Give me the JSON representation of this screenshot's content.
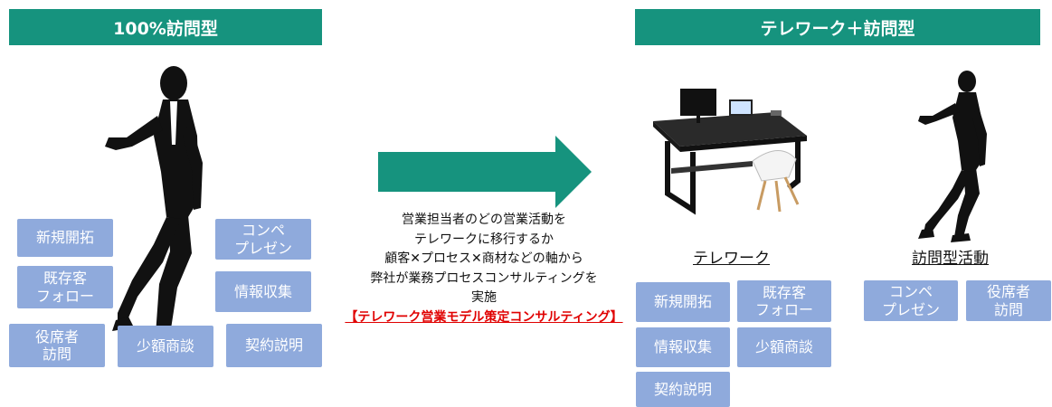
{
  "left": {
    "header": "100%訪問型",
    "tags": [
      "新規開拓",
      "コンペ\nプレゼン",
      "既存客\nフォロー",
      "情報収集",
      "役席者\n訪問",
      "少額商談",
      "契約説明"
    ]
  },
  "center": {
    "lines": [
      "営業担当者のどの営業活動を",
      "テレワークに移行するか",
      "顧客✕プロセス✕商材などの軸から",
      "弊社が業務プロセスコンサルティングを",
      "実施"
    ],
    "highlight": "【テレワーク営業モデル策定コンサルティング】"
  },
  "right": {
    "header": "テレワーク＋訪問型",
    "telework_label": "テレワーク",
    "telework_tags": [
      "新規開拓",
      "既存客\nフォロー",
      "情報収集",
      "少額商談",
      "契約説明"
    ],
    "visit_label": "訪問型活動",
    "visit_tags": [
      "コンペ\nプレゼン",
      "役席者\n訪問"
    ]
  },
  "colors": {
    "header": "#16937e",
    "tag": "#8faadc",
    "highlight": "#e00000"
  }
}
